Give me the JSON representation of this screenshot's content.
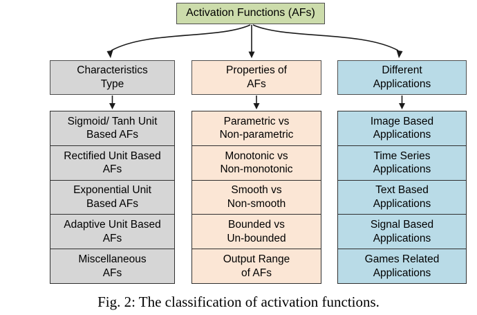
{
  "figure": {
    "root_label": "Activation Functions (AFs)",
    "caption": "Fig. 2: The classification of activation functions."
  },
  "colors": {
    "root_fill": "#ccdcab",
    "characteristics_fill": "#d6d6d6",
    "properties_fill": "#fbe6d5",
    "applications_fill": "#b9dbe7",
    "line": "#1a1a1a"
  },
  "columns": [
    {
      "header": "Characteristics\nType",
      "items": [
        "Sigmoid/ Tanh Unit\nBased AFs",
        "Rectified Unit Based\nAFs",
        "Exponential Unit\nBased AFs",
        "Adaptive Unit Based\nAFs",
        "Miscellaneous\nAFs"
      ]
    },
    {
      "header": "Properties of\nAFs",
      "items": [
        "Parametric vs\nNon-parametric",
        "Monotonic vs\nNon-monotonic",
        "Smooth vs\nNon-smooth",
        "Bounded vs\nUn-bounded",
        "Output Range\nof AFs"
      ]
    },
    {
      "header": "Different\nApplications",
      "items": [
        "Image Based\nApplications",
        "Time Series\nApplications",
        "Text Based\nApplications",
        "Signal Based\nApplications",
        "Games Related\nApplications"
      ]
    }
  ]
}
